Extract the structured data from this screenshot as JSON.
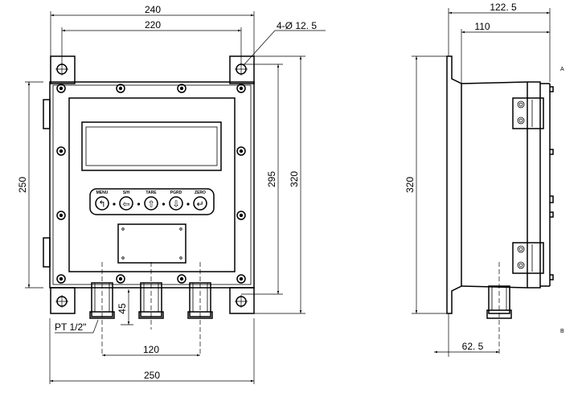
{
  "dimensions": {
    "top_outer": "240",
    "top_inner": "220",
    "holes": "4-Ø 12. 5",
    "left_height": "250",
    "height_inner": "295",
    "height_outer": "320",
    "gland_offset": "45",
    "thread": "PT 1/2\"",
    "gland_spacing": "120",
    "bottom_width": "250",
    "side_depth_outer": "122. 5",
    "side_depth_inner": "110",
    "side_height": "320",
    "side_gland_offset": "62. 5"
  },
  "buttons": [
    {
      "label": "MENU",
      "icon": "return-arrow-icon",
      "glyph": "↰"
    },
    {
      "label": "S/H",
      "icon": "left-arrow-icon",
      "glyph": "⇦"
    },
    {
      "label": "TARE",
      "icon": "up-arrow-icon",
      "glyph": "⇧"
    },
    {
      "label": "PGRD",
      "icon": "down-arrow-icon",
      "glyph": "⇩"
    },
    {
      "label": "ZERO",
      "icon": "enter-arrow-icon",
      "glyph": "↵"
    }
  ],
  "side_marks": {
    "top": "A",
    "bottom": "B"
  }
}
